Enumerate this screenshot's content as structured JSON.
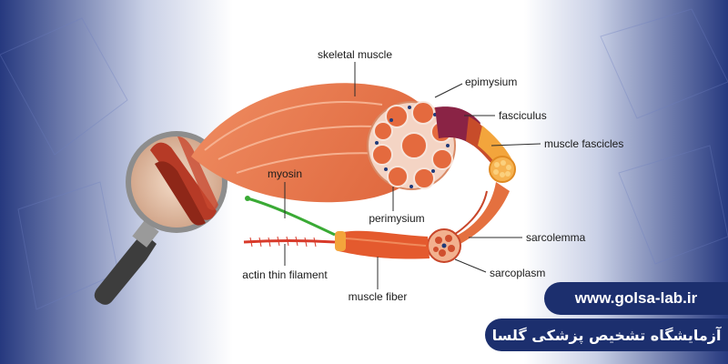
{
  "labels": {
    "skeletal_muscle": "skeletal muscle",
    "epimysium": "epimysium",
    "fasciculus": "fasciculus",
    "muscle_fascicles": "muscle fascicles",
    "myosin": "myosin",
    "perimysium": "perimysium",
    "sarcolemma": "sarcolemma",
    "actin_thin_filament": "actin thin filament",
    "sarcoplasm": "sarcoplasm",
    "muscle_fiber": "muscle fiber"
  },
  "branding": {
    "website": "www.golsa-lab.ir",
    "lab_name": "آزمایشگاه تشخیص پزشکی گلسا"
  },
  "colors": {
    "background_blue": "#2a3f8f",
    "banner": "#1c2f6e",
    "muscle_main": "#ef8a5e",
    "muscle_dark": "#c8462a",
    "fascicle_yellow": "#f3a53c",
    "myosin_green": "#3aaa35"
  }
}
